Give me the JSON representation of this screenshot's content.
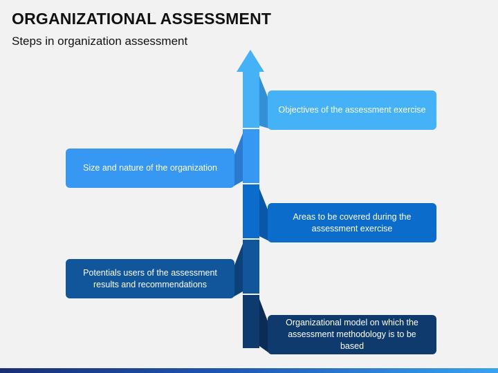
{
  "slide": {
    "title": "ORGANIZATIONAL ASSESSMENT",
    "subtitle": "Steps in organization assessment"
  },
  "steps": [
    {
      "text": "Objectives of the assessment exercise",
      "side": "right",
      "color": "#45b1f7",
      "shade": "#3490d6"
    },
    {
      "text": "Size and nature of the organization",
      "side": "left",
      "color": "#3698f2",
      "shade": "#2a7bd0"
    },
    {
      "text": "Areas to be covered during the assessment exercise",
      "side": "right",
      "color": "#0c6ccc",
      "shade": "#0a56a8"
    },
    {
      "text": "Potentials users of the assessment results and recommendations",
      "side": "left",
      "color": "#11559a",
      "shade": "#0d4279"
    },
    {
      "text": "Organizational model on which the assessment methodology is to be based",
      "side": "right",
      "color": "#0e3a6d",
      "shade": "#0a2c55"
    }
  ]
}
